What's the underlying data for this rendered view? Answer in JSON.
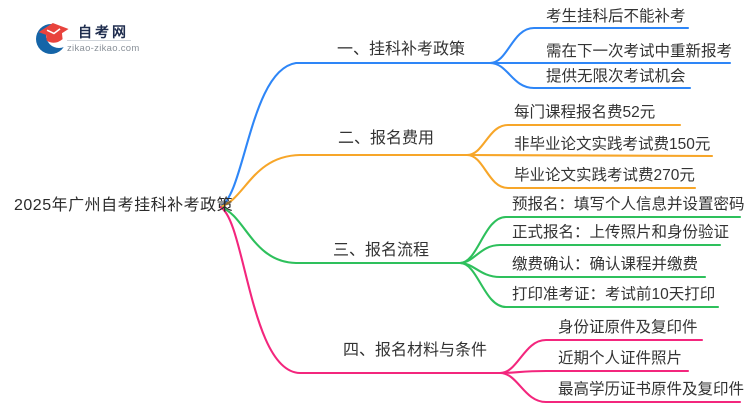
{
  "logo": {
    "site_name": "自考网",
    "site_url": "zikao-zikao.com"
  },
  "root": {
    "title": "2025年广州自考挂科补考政策"
  },
  "branches": [
    {
      "label": "一、挂科补考政策",
      "color": "#2E86F7",
      "children": [
        "考生挂科后不能补考",
        "需在下一次考试中重新报考",
        "提供无限次考试机会"
      ]
    },
    {
      "label": "二、报名费用",
      "color": "#F7A629",
      "children": [
        "每门课程报名费52元",
        "非毕业论文实践考试费150元",
        "毕业论文实践考试费270元"
      ]
    },
    {
      "label": "三、报名流程",
      "color": "#2EC05C",
      "children": [
        "预报名：填写个人信息并设置密码",
        "正式报名：上传照片和身份验证",
        "缴费确认：确认课程并缴费",
        "打印准考证：考试前10天打印"
      ]
    },
    {
      "label": "四、报名材料与条件",
      "color": "#F3267D",
      "children": [
        "身份证原件及复印件",
        "近期个人证件照片",
        "最高学历证书原件及复印件"
      ]
    }
  ],
  "colors": {
    "text": "#333333",
    "logo_blue": "#1565A8",
    "logo_red": "#E8433D"
  }
}
